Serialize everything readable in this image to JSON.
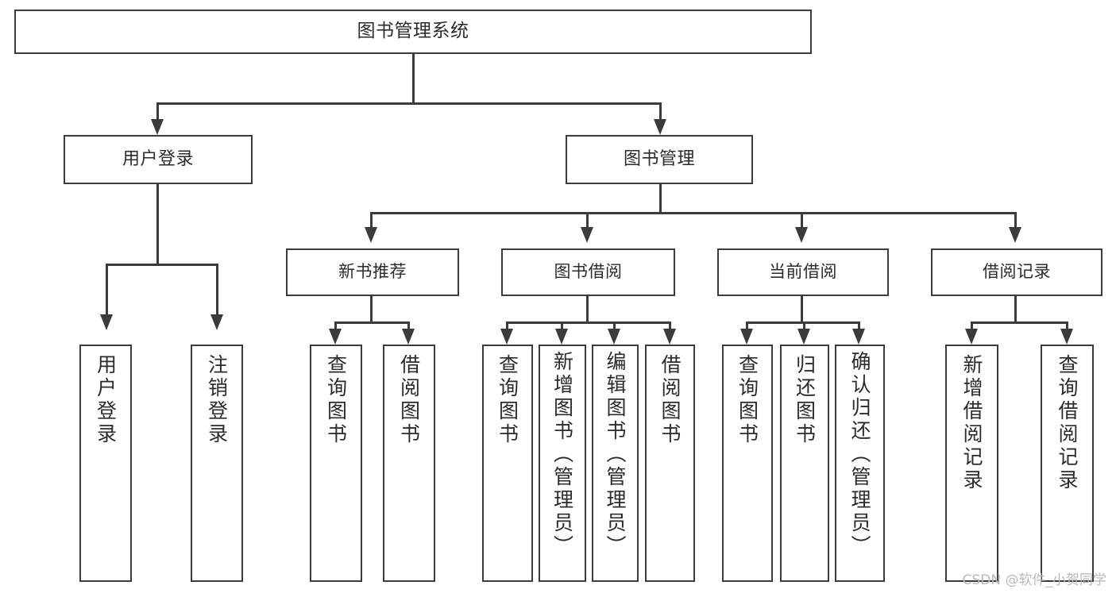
{
  "diagram": {
    "title": "图书管理系统",
    "root": {
      "label": "图书管理系统"
    },
    "level2": [
      {
        "label": "用户登录"
      },
      {
        "label": "图书管理"
      }
    ],
    "level3": [
      {
        "label": "新书推荐"
      },
      {
        "label": "图书借阅"
      },
      {
        "label": "当前借阅"
      },
      {
        "label": "借阅记录"
      }
    ],
    "leaves": [
      {
        "label": "用户登录"
      },
      {
        "label": "注销登录"
      },
      {
        "label": "查询图书"
      },
      {
        "label": "借阅图书"
      },
      {
        "label": "查询图书"
      },
      {
        "label": "新增图书（管理员）"
      },
      {
        "label": "编辑图书（管理员）"
      },
      {
        "label": "借阅图书"
      },
      {
        "label": "查询图书"
      },
      {
        "label": "归还图书"
      },
      {
        "label": "确认归还（管理员）"
      },
      {
        "label": "新增借阅记录"
      },
      {
        "label": "查询借阅记录"
      }
    ]
  },
  "watermark": "CSDN @软件_小贺同学",
  "colors": {
    "stroke": "#3b3b3b",
    "text": "#2b2b2b",
    "background": "#ffffff",
    "watermark": "#b9b9b9"
  }
}
